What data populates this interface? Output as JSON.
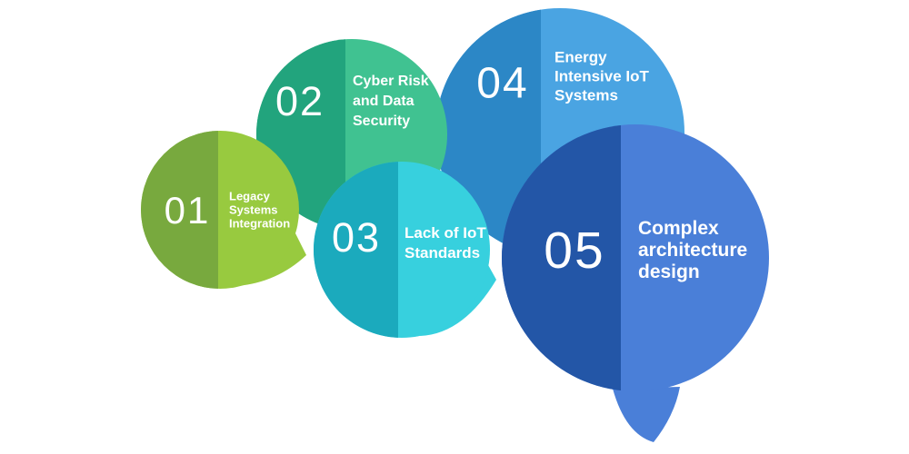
{
  "background": "#ffffff",
  "text_color": "#ffffff",
  "bubbles": [
    {
      "id": "01",
      "label": "Legacy Systems Integration",
      "label_lines": [
        "Legacy",
        "Systems",
        "Integration"
      ],
      "dark": "#78a93e",
      "light": "#98ca3f"
    },
    {
      "id": "02",
      "label": "Cyber Risk and Data Security",
      "label_lines": [
        "Cyber Risk",
        "and Data",
        "Security"
      ],
      "dark": "#22a47d",
      "light": "#40c291"
    },
    {
      "id": "03",
      "label": "Lack of IoT Standards",
      "label_lines": [
        "Lack of IoT",
        "Standards"
      ],
      "dark": "#1baabd",
      "light": "#37d0de"
    },
    {
      "id": "04",
      "label": "Energy Intensive IoT Systems",
      "label_lines": [
        "Energy",
        "Intensive IoT",
        "Systems"
      ],
      "dark": "#2c87c6",
      "light": "#4aa4e2"
    },
    {
      "id": "05",
      "label": "Complex architecture design",
      "label_lines": [
        "Complex",
        "architecture",
        "design"
      ],
      "dark": "#2356a7",
      "light": "#4a7fd8"
    }
  ]
}
